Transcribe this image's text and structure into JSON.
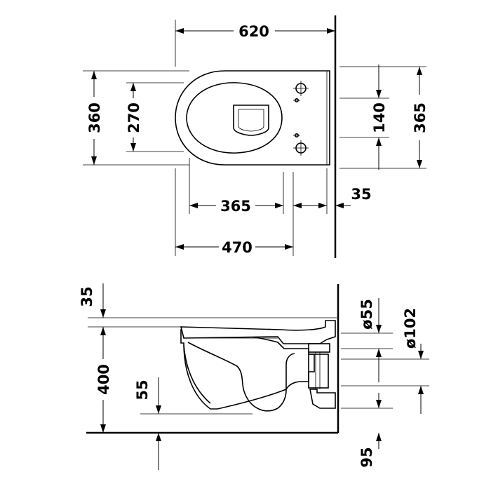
{
  "top_view": {
    "dims": {
      "overall_length": "620",
      "overall_width": "360",
      "bowl_width": "270",
      "fixing_spacing": "140",
      "wall_width": "365",
      "depth_to_outlet": "365",
      "wall_gap": "35",
      "depth_to_fixing": "470"
    }
  },
  "side_view": {
    "dims": {
      "top_offset": "35",
      "height": "400",
      "bowl_depth": "55",
      "inlet_diameter": "ø55",
      "outlet_diameter": "ø102",
      "outlet_height": "95"
    }
  },
  "colors": {
    "line": "#000000",
    "background": "#ffffff"
  }
}
